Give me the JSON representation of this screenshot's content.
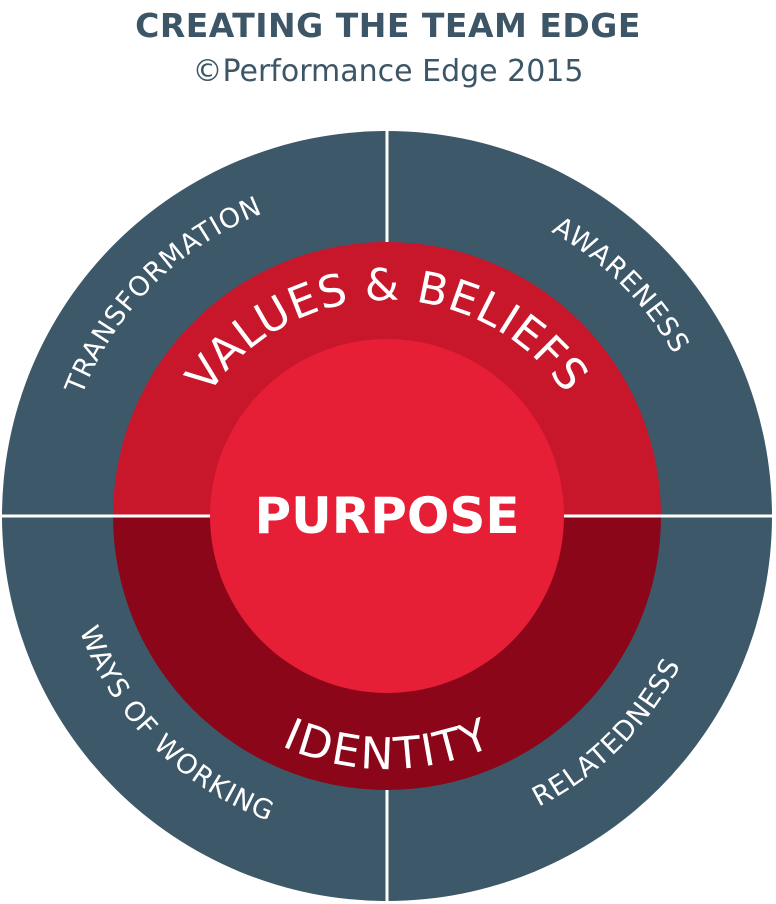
{
  "header": {
    "title": "CREATING THE TEAM EDGE",
    "subtitle": "©Performance Edge 2015"
  },
  "diagram": {
    "outer_ring": {
      "color": "#3d5869",
      "quadrants": {
        "top_left": "TRANSFORMATION",
        "top_right": "AWARENESS",
        "bottom_left": "WAYS OF WORKING",
        "bottom_right": "RELATEDNESS"
      }
    },
    "middle_ring": {
      "top_label": "VALUES & BELIEFS",
      "bottom_label": "IDENTITY",
      "top_color": "#c8172b",
      "bottom_color": "#8b0618"
    },
    "core": {
      "label": "PURPOSE",
      "color": "#e61e36"
    },
    "divider_color": "#ffffff"
  }
}
